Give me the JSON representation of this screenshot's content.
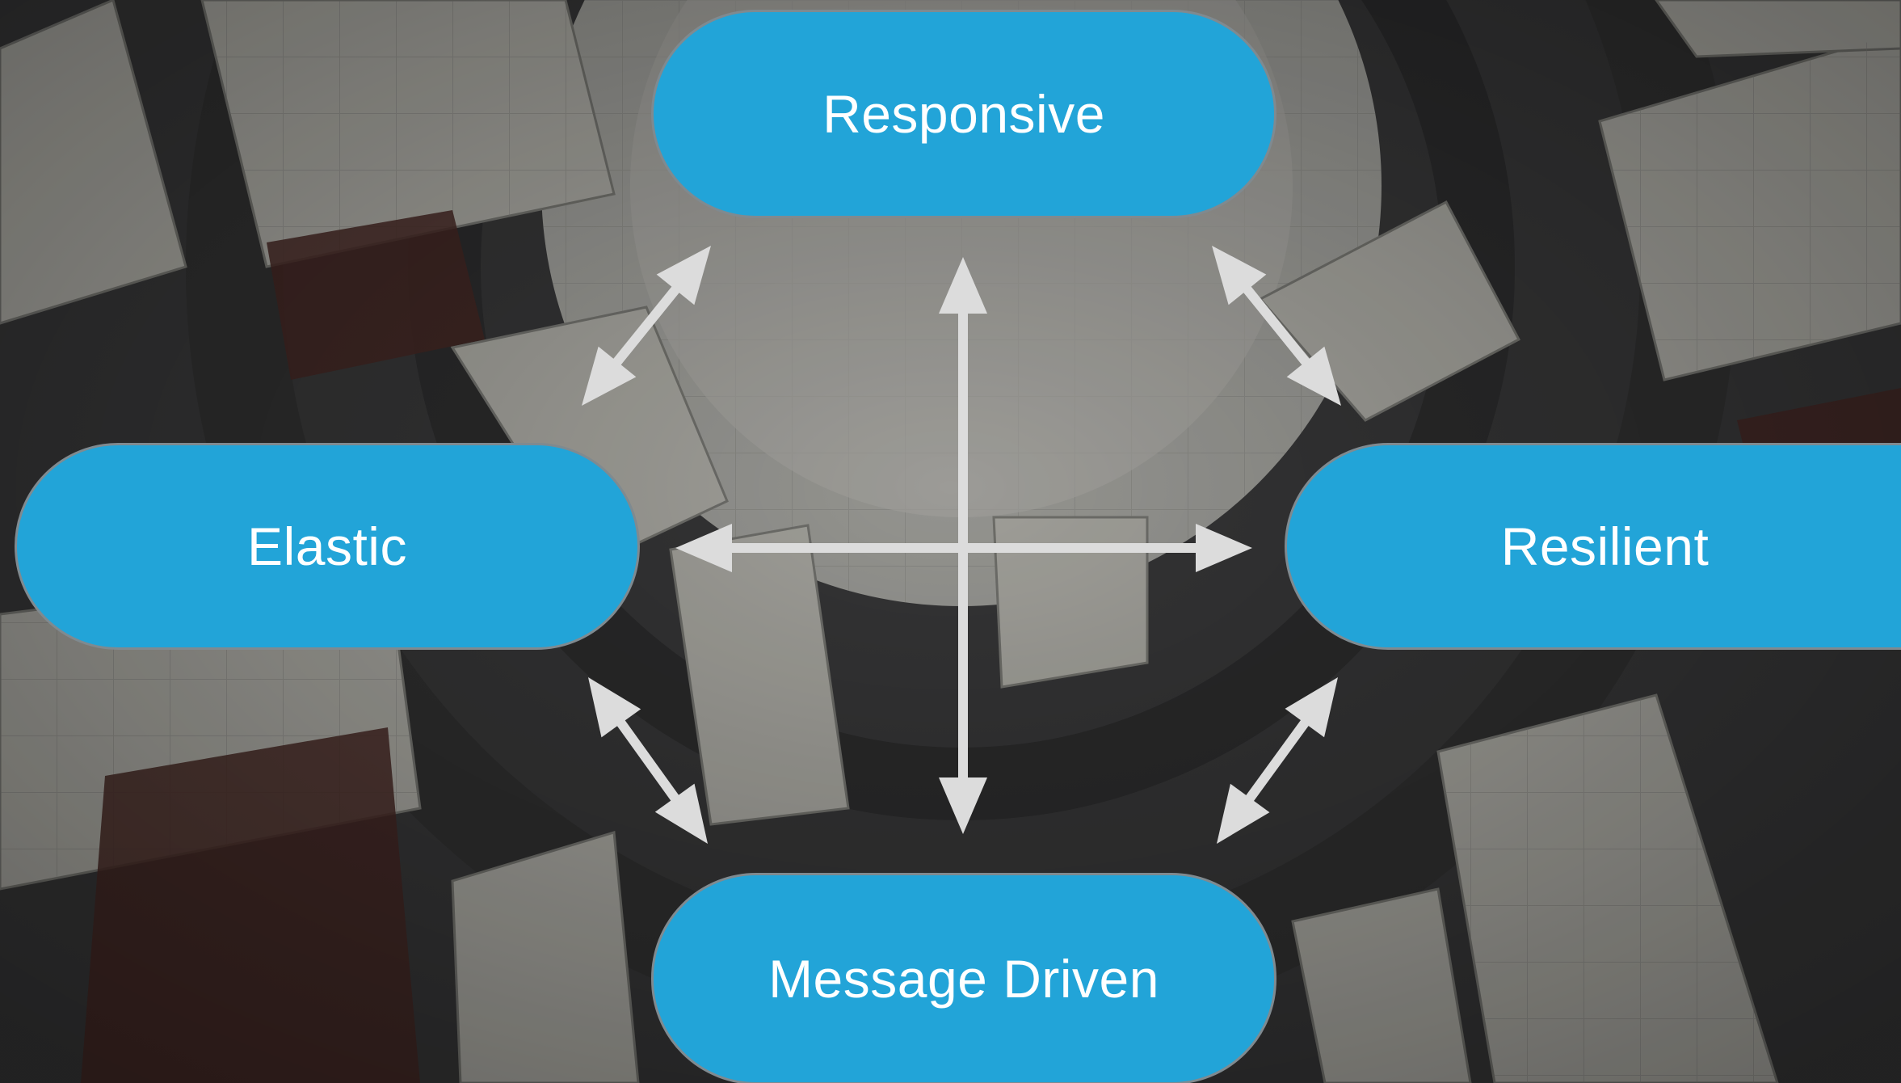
{
  "diagram": {
    "nodes": {
      "responsive": "Responsive",
      "elastic": "Elastic",
      "resilient": "Resilient",
      "message_driven": "Message Driven"
    },
    "edges": [
      {
        "from": "Responsive",
        "to": "Message Driven",
        "direction": "both"
      },
      {
        "from": "Elastic",
        "to": "Resilient",
        "direction": "both"
      },
      {
        "from": "Responsive",
        "to": "Elastic",
        "direction": "both"
      },
      {
        "from": "Responsive",
        "to": "Resilient",
        "direction": "both"
      },
      {
        "from": "Elastic",
        "to": "Message Driven",
        "direction": "both"
      },
      {
        "from": "Resilient",
        "to": "Message Driven",
        "direction": "both"
      }
    ]
  },
  "colors": {
    "node_fill": "#22a4d8",
    "node_text": "#ffffff",
    "arrow": "#dcdcdc",
    "background": "#3a3a3a"
  }
}
